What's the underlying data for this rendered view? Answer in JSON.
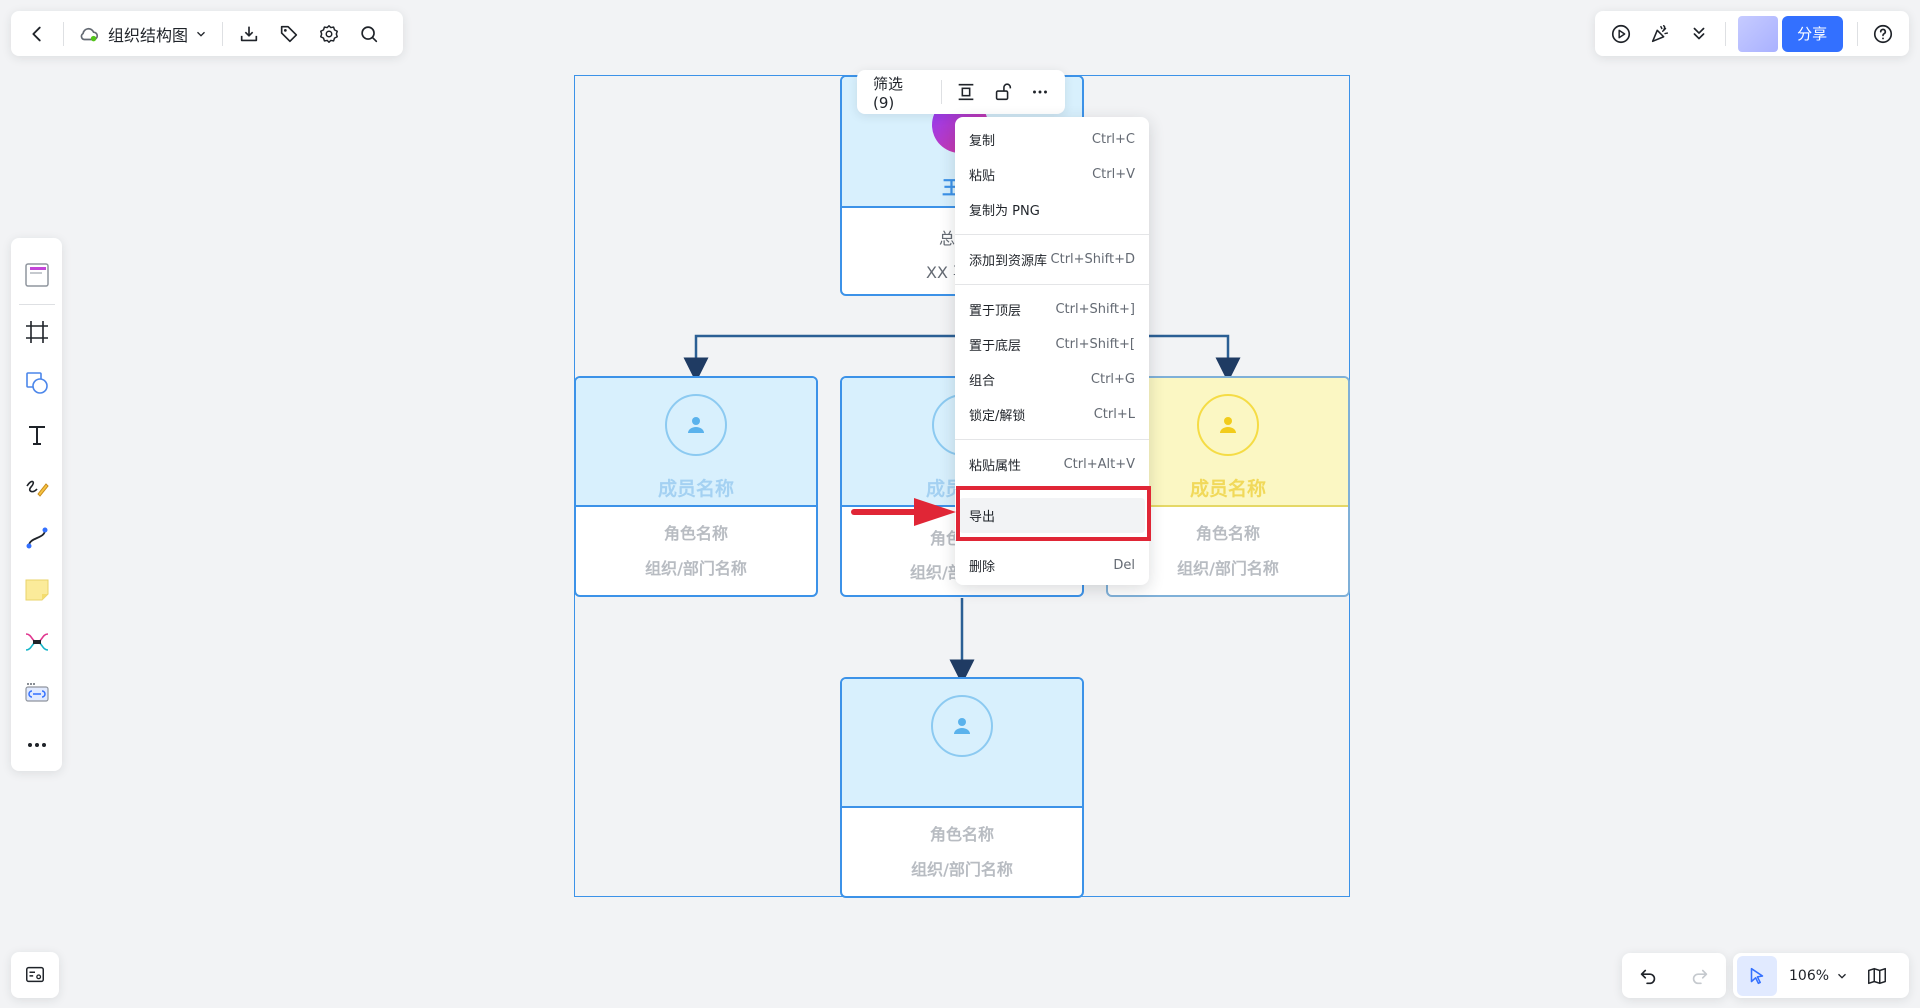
{
  "header": {
    "doc_title": "组织结构图",
    "cloud_status_color": "#52c41a"
  },
  "top_right": {
    "share_label": "分享"
  },
  "floating_toolbar": {
    "filter_label": "筛选 (9)"
  },
  "context_menu": {
    "items": [
      {
        "label": "复制",
        "shortcut": "Ctrl+C"
      },
      {
        "label": "粘贴",
        "shortcut": "Ctrl+V"
      },
      {
        "label": "复制为 PNG",
        "shortcut": ""
      },
      {
        "label": "添加到资源库",
        "shortcut": "Ctrl+Shift+D"
      },
      {
        "label": "置于顶层",
        "shortcut": "Ctrl+Shift+]"
      },
      {
        "label": "置于底层",
        "shortcut": "Ctrl+Shift+["
      },
      {
        "label": "组合",
        "shortcut": "Ctrl+G"
      },
      {
        "label": "锁定/解锁",
        "shortcut": "Ctrl+L"
      },
      {
        "label": "粘贴属性",
        "shortcut": "Ctrl+Alt+V"
      },
      {
        "label": "导出",
        "shortcut": ""
      },
      {
        "label": "删除",
        "shortcut": "Del"
      }
    ]
  },
  "org_chart": {
    "top_card": {
      "name_fragment": "王",
      "line1_fragment": "总",
      "line2_fragment": "XX 事"
    },
    "left_card": {
      "name": "成员名称",
      "role": "角色名称",
      "dept": "组织/部门名称"
    },
    "center_card": {
      "name_fragment": "成员",
      "role_fragment": "角色",
      "dept_fragment": "组织/部"
    },
    "right_card": {
      "name": "成员名称",
      "role": "角色名称",
      "dept": "组织/部门名称"
    },
    "bottom_card": {
      "role": "角色名称",
      "dept": "组织/部门名称"
    }
  },
  "zoom": {
    "level": "106%"
  },
  "colors": {
    "accent": "#3370ff",
    "card_border": "#3c92e8",
    "card_head": "#d8f0fd",
    "card_head_yellow": "#fbf7c3",
    "annotation_red": "#e02636"
  }
}
